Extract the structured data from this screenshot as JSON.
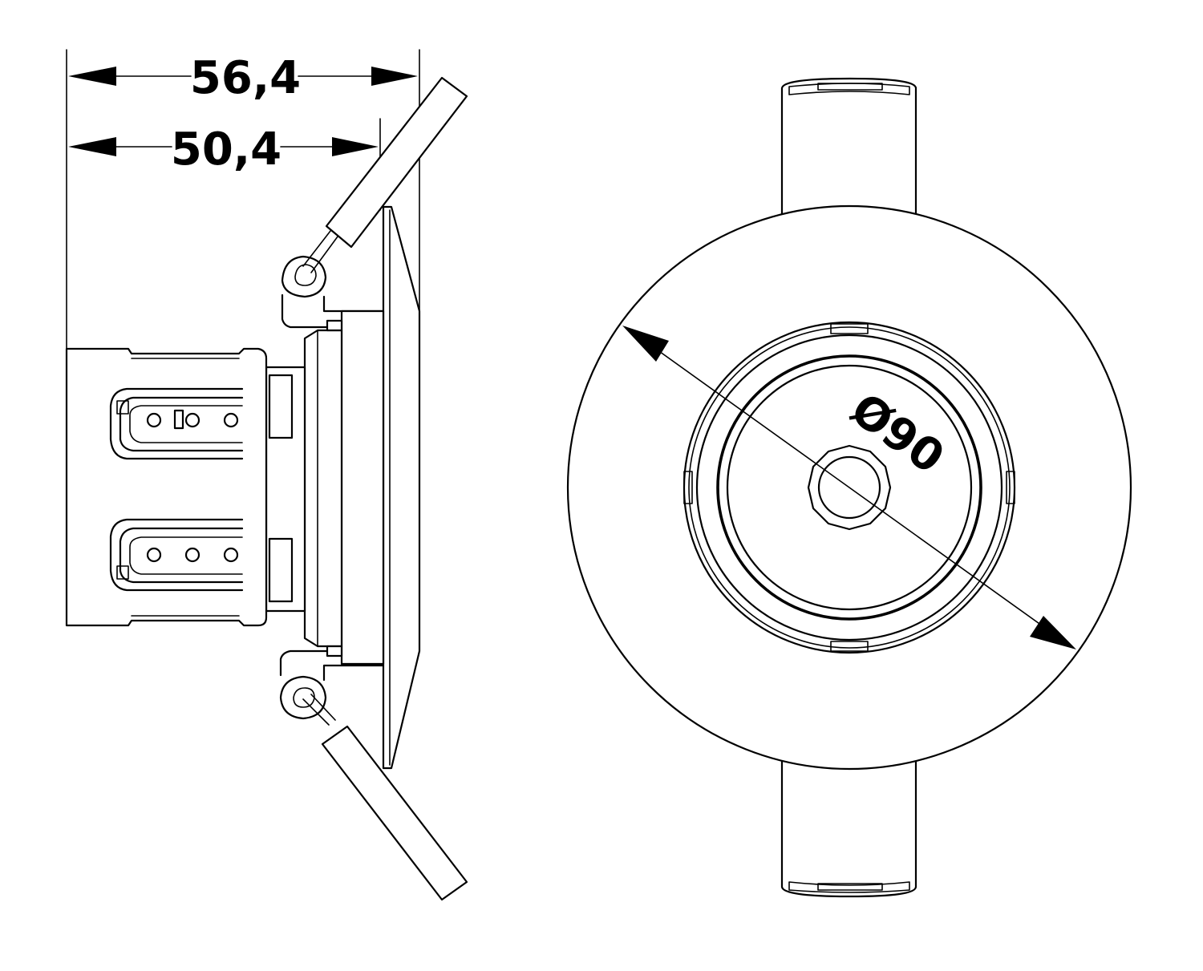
{
  "dimensions": {
    "overall_depth": "56,4",
    "body_depth": "50,4",
    "diameter": "Ø90"
  }
}
